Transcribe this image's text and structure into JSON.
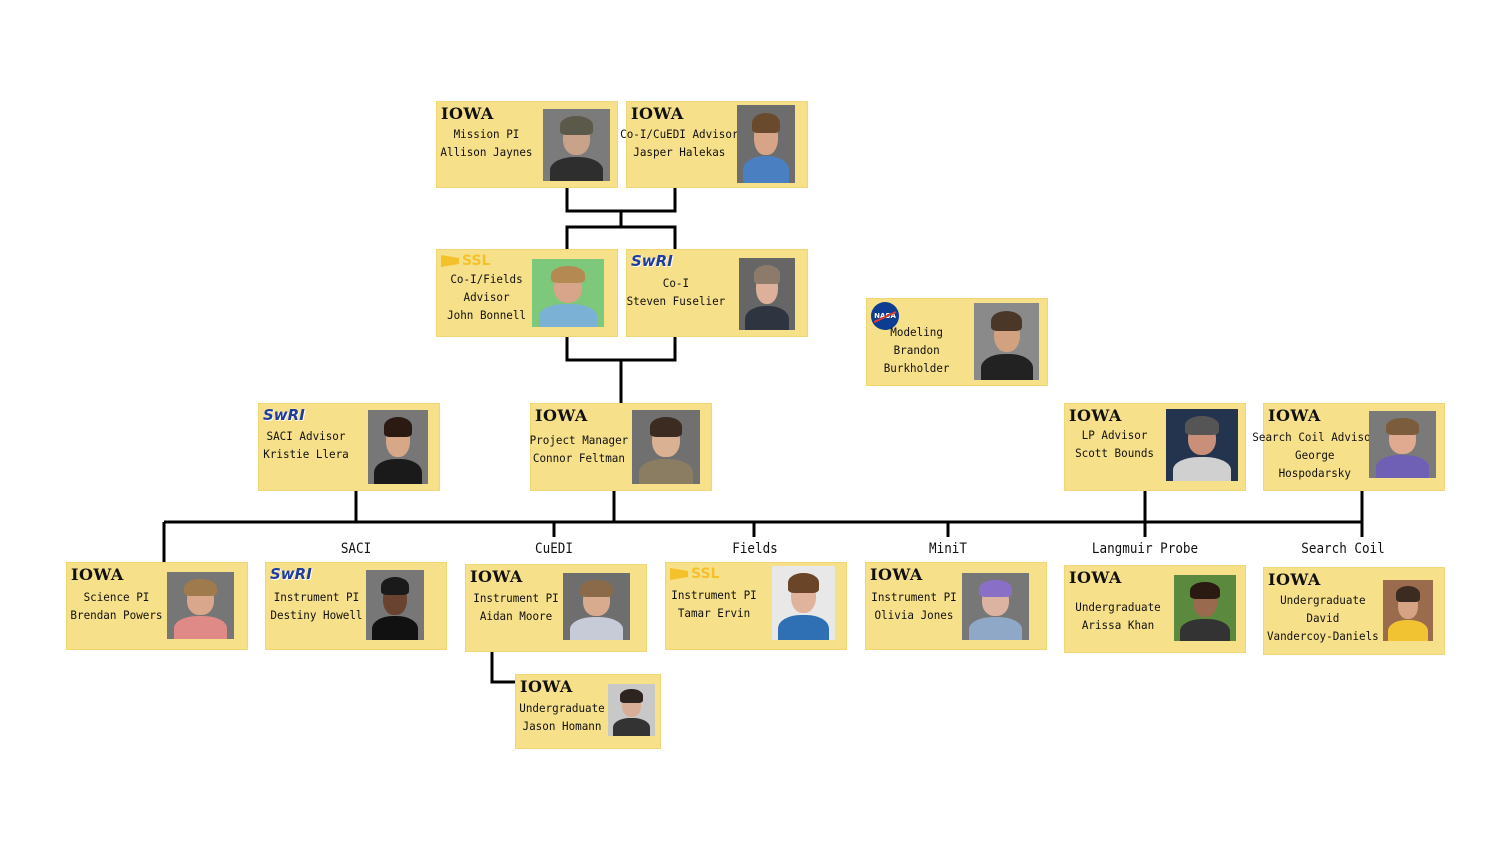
{
  "groups": [
    "SACI",
    "CuEDI",
    "Fields",
    "MiniT",
    "Langmuir Probe",
    "Search Coil"
  ],
  "people": [
    {
      "id": "mission-pi",
      "logo": "iowa",
      "lines": [
        "Mission PI",
        "Allison Jaynes"
      ]
    },
    {
      "id": "co-i-cuedi-advisor",
      "logo": "iowa",
      "lines": [
        "Co-I/CuEDI Advisor",
        "Jasper Halekas"
      ]
    },
    {
      "id": "co-i-fields-advisor",
      "logo": "ssl",
      "lines": [
        "Co-I/Fields",
        "Advisor",
        "John Bonnell"
      ]
    },
    {
      "id": "co-i-swri",
      "logo": "swri",
      "lines": [
        "Co-I",
        "Steven Fuselier"
      ]
    },
    {
      "id": "modeling",
      "logo": "nasa",
      "lines": [
        "Modeling",
        "Brandon",
        "Burkholder"
      ]
    },
    {
      "id": "saci-advisor",
      "logo": "swri",
      "lines": [
        "SACI Advisor",
        "Kristie Llera"
      ]
    },
    {
      "id": "project-manager",
      "logo": "iowa",
      "lines": [
        "Project Manager",
        "Connor Feltman"
      ]
    },
    {
      "id": "lp-advisor",
      "logo": "iowa",
      "lines": [
        "LP Advisor",
        "Scott Bounds"
      ]
    },
    {
      "id": "search-coil-advisor",
      "logo": "iowa",
      "lines": [
        "Search Coil Advisor",
        "George",
        "Hospodarsky"
      ]
    },
    {
      "id": "science-pi",
      "logo": "iowa",
      "lines": [
        "Science PI",
        "Brendan Powers"
      ]
    },
    {
      "id": "saci-instrument-pi",
      "logo": "swri",
      "lines": [
        "Instrument PI",
        "Destiny Howell"
      ]
    },
    {
      "id": "cuedi-instrument-pi",
      "logo": "iowa",
      "lines": [
        "Instrument PI",
        "Aidan Moore"
      ]
    },
    {
      "id": "fields-instrument-pi",
      "logo": "ssl",
      "lines": [
        "Instrument PI",
        "Tamar Ervin"
      ]
    },
    {
      "id": "minit-instrument-pi",
      "logo": "iowa",
      "lines": [
        "Instrument PI",
        "Olivia Jones"
      ]
    },
    {
      "id": "lp-undergraduate",
      "logo": "iowa",
      "lines": [
        "Undergraduate",
        "Arissa Khan"
      ]
    },
    {
      "id": "search-coil-undergraduate",
      "logo": "iowa",
      "lines": [
        "Undergraduate",
        "David",
        "Vandercoy-Daniels"
      ]
    },
    {
      "id": "cuedi-undergraduate",
      "logo": "iowa",
      "lines": [
        "Undergraduate",
        "Jason Homann"
      ]
    }
  ],
  "logo_text": {
    "iowa": "IOWA",
    "swri": "SwRI",
    "ssl": "SSL",
    "nasa": "NASA"
  },
  "colors": {
    "card": "#f7e08a",
    "line": "#000000",
    "swri": "#1f3d99",
    "ssl": "#f5c12b"
  }
}
